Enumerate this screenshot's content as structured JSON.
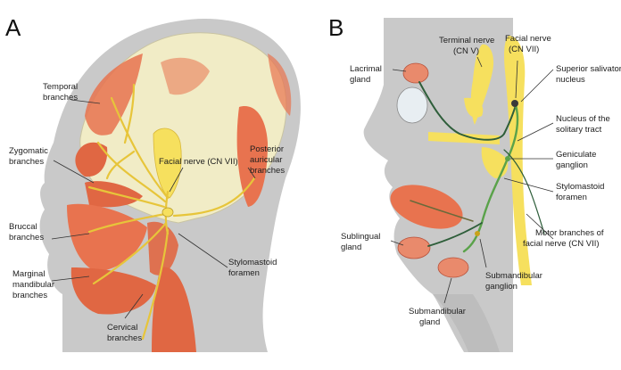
{
  "panel_a": {
    "letter": "A",
    "labels": {
      "temporal_1": "Temporal",
      "temporal_2": "branches",
      "zygomatic_1": "Zygomatic",
      "zygomatic_2": "branches",
      "buccal_1": "Bruccal",
      "buccal_2": "branches",
      "marginal_1": "Marginal",
      "marginal_2": "mandibular",
      "marginal_3": "branches",
      "cervical_1": "Cervical",
      "cervical_2": "branches",
      "facial_nerve": "Facial nerve (CN VII)",
      "posterior_1": "Posterior",
      "posterior_2": "auricular",
      "posterior_3": "branches",
      "stylo_1": "Stylomastoid",
      "stylo_2": "foramen"
    }
  },
  "panel_b": {
    "letter": "B",
    "labels": {
      "lacrimal_1": "Lacrimal",
      "lacrimal_2": "gland",
      "terminal_1": "Terminal nerve",
      "terminal_2": "(CN V)",
      "facial_1": "Facial nerve",
      "facial_2": "(CN VII)",
      "sup_1": "Superior salivatory",
      "sup_2": "nucleus",
      "nts_1": "Nucleus of the",
      "nts_2": "solitary tract",
      "gen_1": "Geniculate",
      "gen_2": "ganglion",
      "stylo_1": "Stylomastoid",
      "stylo_2": "foramen",
      "motor_1": "Motor branches of",
      "motor_2": "facial nerve (CN VII)",
      "sublingual_1": "Sublingual",
      "sublingual_2": "gland",
      "submand_g_1": "Submandibular",
      "submand_g_2": "ganglion",
      "submand_gl_1": "Submandibular",
      "submand_gl_2": "gland"
    }
  }
}
